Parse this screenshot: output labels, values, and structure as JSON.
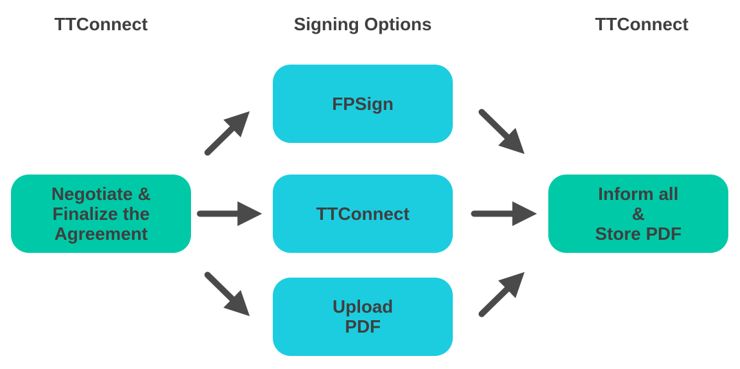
{
  "headers": {
    "left": "TTConnect",
    "middle": "Signing Options",
    "right": "TTConnect"
  },
  "nodes": {
    "start": "Negotiate &\nFinalize the\nAgreement",
    "option_fpsign": "FPSign",
    "option_ttconnect": "TTConnect",
    "option_upload": "Upload\nPDF",
    "end": "Inform all\n&\nStore PDF"
  },
  "colors": {
    "text": "#3f3f3f",
    "process_node": "#00c9a7",
    "option_node": "#1ccde0",
    "arrow": "#4a4a4a"
  }
}
